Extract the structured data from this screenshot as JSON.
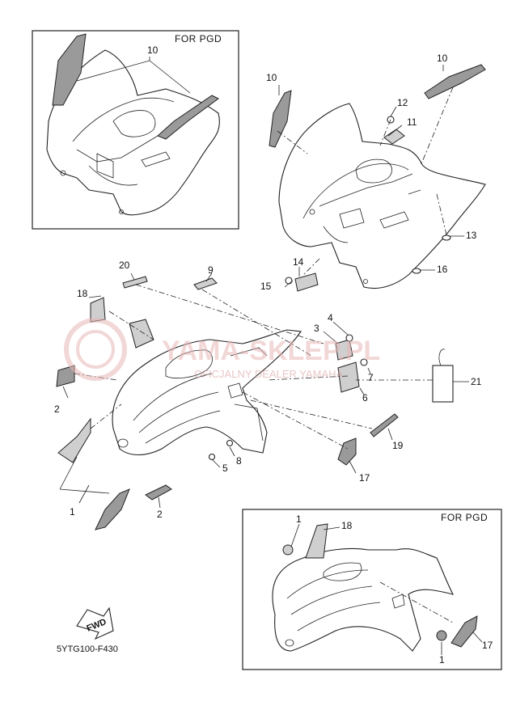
{
  "inset_top": {
    "header": "FOR PGD",
    "callouts": [
      "10"
    ]
  },
  "inset_bottom": {
    "header": "FOR PGD",
    "callouts": [
      "1",
      "18",
      "17",
      "1"
    ]
  },
  "callouts": {
    "c10a": "10",
    "c12": "12",
    "c11": "11",
    "c10b": "10",
    "c13": "13",
    "c14": "14",
    "c15": "15",
    "c16": "16",
    "c20": "20",
    "c9": "9",
    "c18": "18",
    "c4": "4",
    "c3": "3",
    "c7": "7",
    "c21": "21",
    "c6": "6",
    "c2a": "2",
    "c19": "19",
    "c5": "5",
    "c8": "8",
    "c17": "17",
    "c1": "1",
    "c2b": "2"
  },
  "fwd_label": "FWD",
  "diagram_code": "5YTG100-F430",
  "watermark": {
    "main": "YAMA-SKLEP.PL",
    "sub": "OFICJALNY DEALER YAMAHA"
  },
  "colors": {
    "line": "#222222",
    "decal_fill": "#9a9a9a",
    "watermark": "#e8b7b7"
  }
}
